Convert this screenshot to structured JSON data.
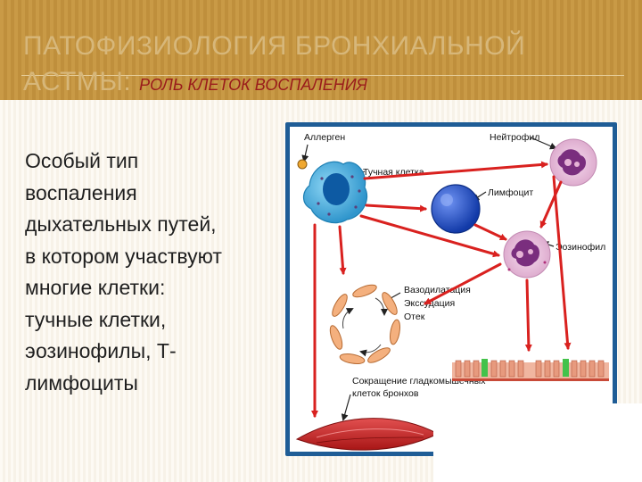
{
  "slide": {
    "title_main": "ПАТОФИЗИОЛОГИЯ БРОНХИАЛЬНОЙ АСТМЫ:",
    "title_sub": "РОЛЬ КЛЕТОК ВОСПАЛЕНИЯ",
    "body_lines": [
      "Особый тип",
      " воспаления",
      " дыхательных путей,",
      " в котором участвуют",
      " многие клетки:",
      " тучные клетки,",
      " эозинофилы, Т-",
      " лимфоциты"
    ]
  },
  "diagram": {
    "labels": {
      "allergen": "Аллерген",
      "neutrophil": "Нейтрофил",
      "mast_cell": "Тучная клетка",
      "lymphocyte": "Лимфоцит",
      "eosinophil": "Эозинофил",
      "vasodilation": "Вазодилатация",
      "exudation": "Экссудация",
      "edema": "Отек",
      "smooth_muscle_1": "Сокращение гладкомышечных",
      "smooth_muscle_2": "клеток бронхов"
    },
    "colors": {
      "arrow": "#d9211f",
      "frame": "#1f5d96",
      "mast_cell": "#3aa6d8",
      "lymphocyte": "#1b49c9",
      "granulocyte": "#e6b3d6",
      "muscle": "#c72a2a"
    }
  }
}
